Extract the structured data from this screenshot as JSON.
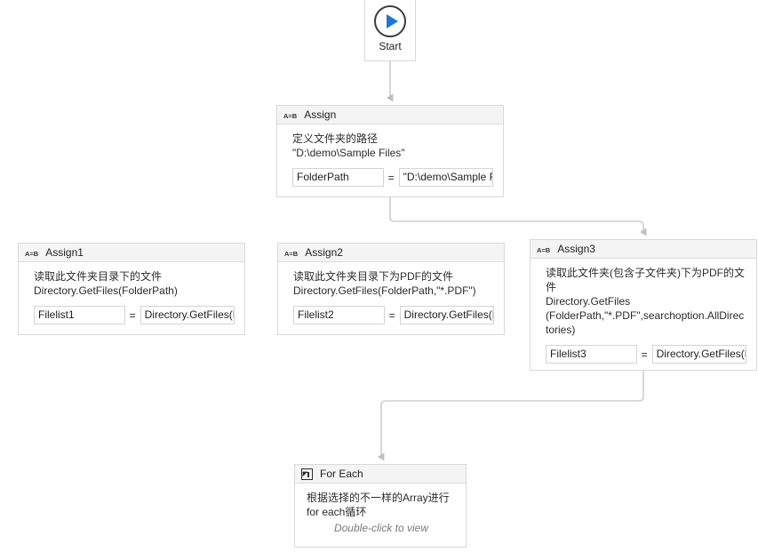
{
  "canvas": {
    "background": "#ffffff",
    "connector_color": "#c8c8c8"
  },
  "nodes": {
    "start": {
      "icon": "play-circle-icon",
      "label": "Start",
      "accent": "#1b79d0"
    },
    "assign": {
      "icon": "assign-icon",
      "icon_text": "A=B",
      "title": "Assign",
      "note": "定义文件夹的路径\n\"D:\\demo\\Sample Files\"",
      "to_value": "FolderPath",
      "operator": "=",
      "value": "\"D:\\demo\\Sample Files\""
    },
    "assign1": {
      "icon": "assign-icon",
      "icon_text": "A=B",
      "title": "Assign1",
      "note": "读取此文件夹目录下的文件\nDirectory.GetFiles(FolderPath)",
      "to_value": "Filelist1",
      "operator": "=",
      "value": "Directory.GetFiles(FolderPath)"
    },
    "assign2": {
      "icon": "assign-icon",
      "icon_text": "A=B",
      "title": "Assign2",
      "note": "读取此文件夹目录下为PDF的文件\nDirectory.GetFiles(FolderPath,\"*.PDF\")",
      "to_value": "Filelist2",
      "operator": "=",
      "value": "Directory.GetFiles(FolderPath,\"*.PDF\")"
    },
    "assign3": {
      "icon": "assign-icon",
      "icon_text": "A=B",
      "title": "Assign3",
      "note": "读取此文件夹(包含子文件夹)下为PDF的文件\nDirectory.GetFiles\n(FolderPath,\"*.PDF\",searchoption.AllDirectories)",
      "to_value": "Filelist3",
      "operator": "=",
      "value": "Directory.GetFiles(FolderPath,\"*.PDF\",searchoption.AllDirectories)"
    },
    "foreach": {
      "icon": "for-each-icon",
      "title": "For Each",
      "note": "根据选择的不一样的Array进行for each循环",
      "hint": "Double-click to view"
    }
  }
}
